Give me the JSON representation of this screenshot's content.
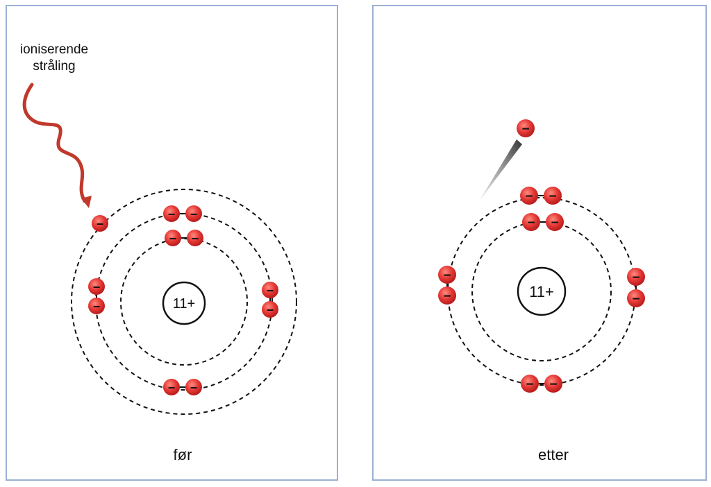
{
  "panels": {
    "before": {
      "caption": "før",
      "nucleus_label": "11+",
      "radiation_label_line1": "ioniserende",
      "radiation_label_line2": "stråling"
    },
    "after": {
      "caption": "etter",
      "nucleus_label": "11+"
    }
  },
  "electron_symbol": "−",
  "colors": {
    "electron": "#e53935",
    "electron_dark": "#b71c1c",
    "radiation": "#c0392b",
    "border": "#9bb0d3"
  }
}
